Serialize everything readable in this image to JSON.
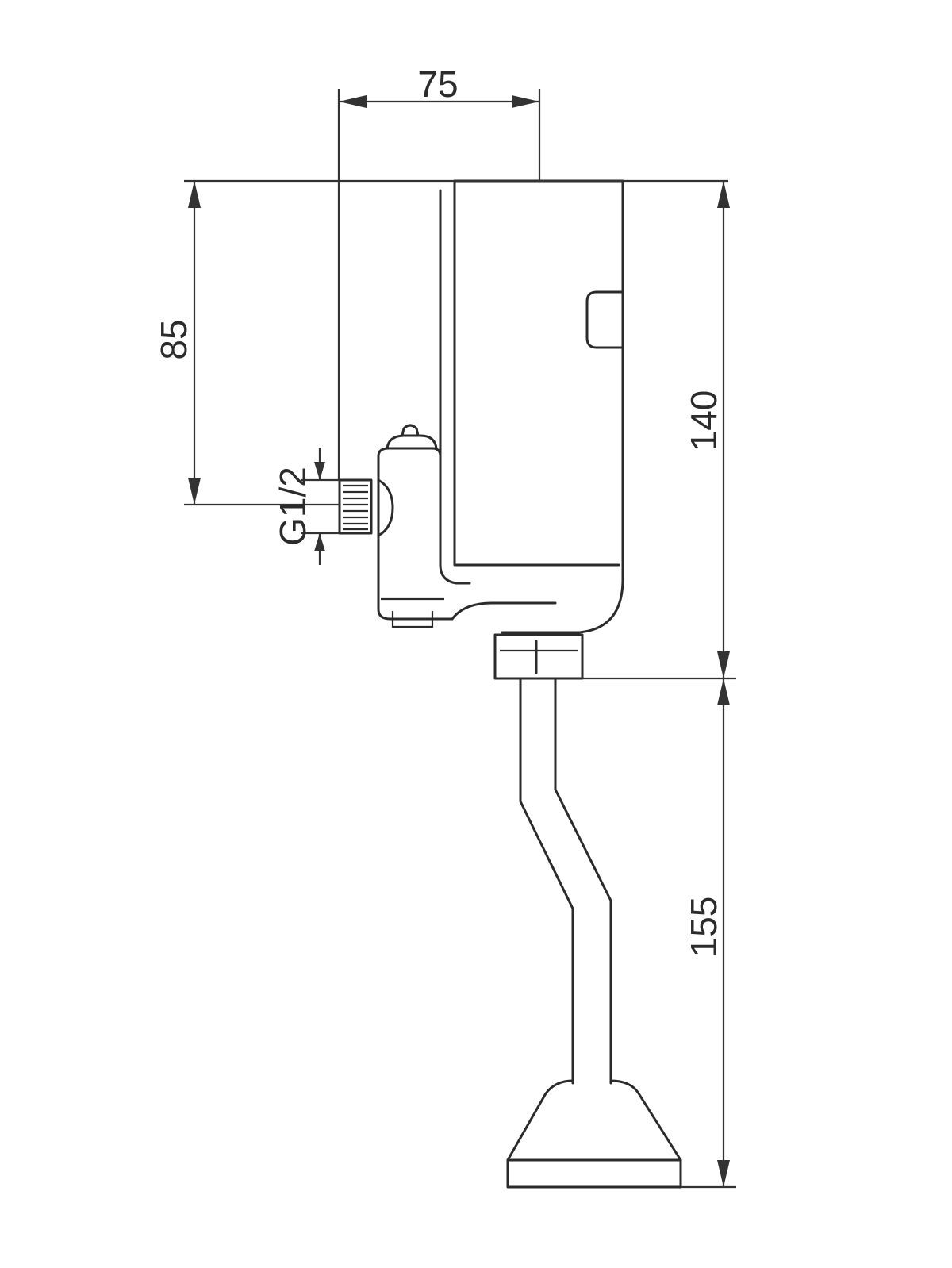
{
  "dimensions": {
    "top_width": "75",
    "upper_height": "85",
    "body_height": "140",
    "pipe_height": "155",
    "inlet_thread": "G1/2"
  },
  "colors": {
    "line": "#2b2b2b",
    "background": "#ffffff"
  }
}
